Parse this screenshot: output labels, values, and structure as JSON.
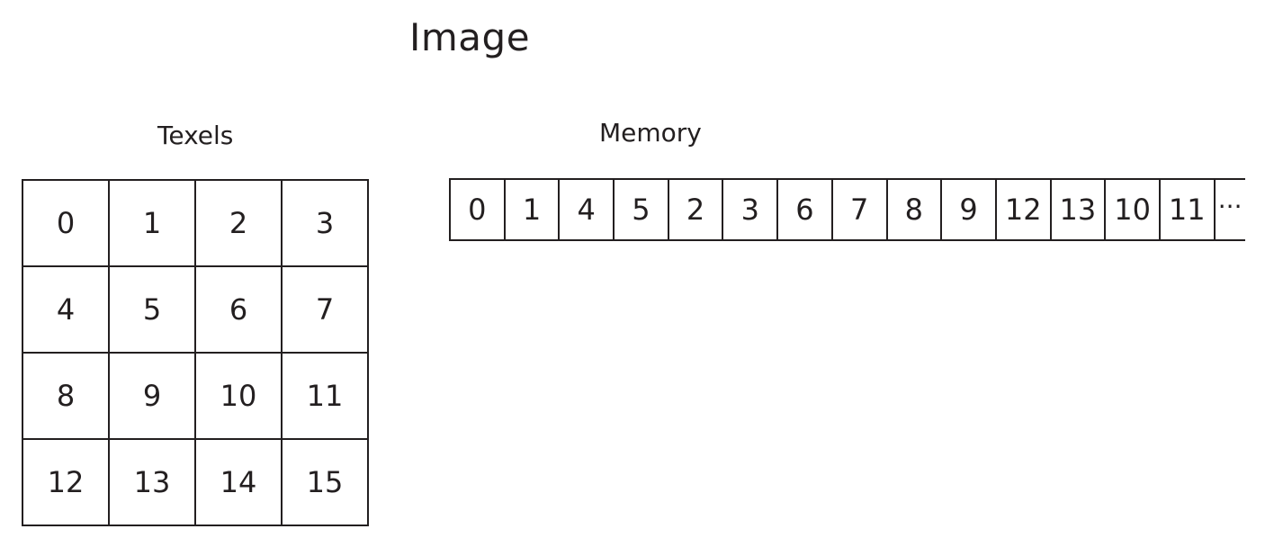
{
  "title": "Image",
  "texels": {
    "label": "Texels",
    "cells": [
      "0",
      "1",
      "2",
      "3",
      "4",
      "5",
      "6",
      "7",
      "8",
      "9",
      "10",
      "11",
      "12",
      "13",
      "14",
      "15"
    ]
  },
  "memory": {
    "label": "Memory",
    "cells": [
      "0",
      "1",
      "4",
      "5",
      "2",
      "3",
      "6",
      "7",
      "8",
      "9",
      "12",
      "13",
      "10",
      "11"
    ],
    "continuation": "···"
  }
}
